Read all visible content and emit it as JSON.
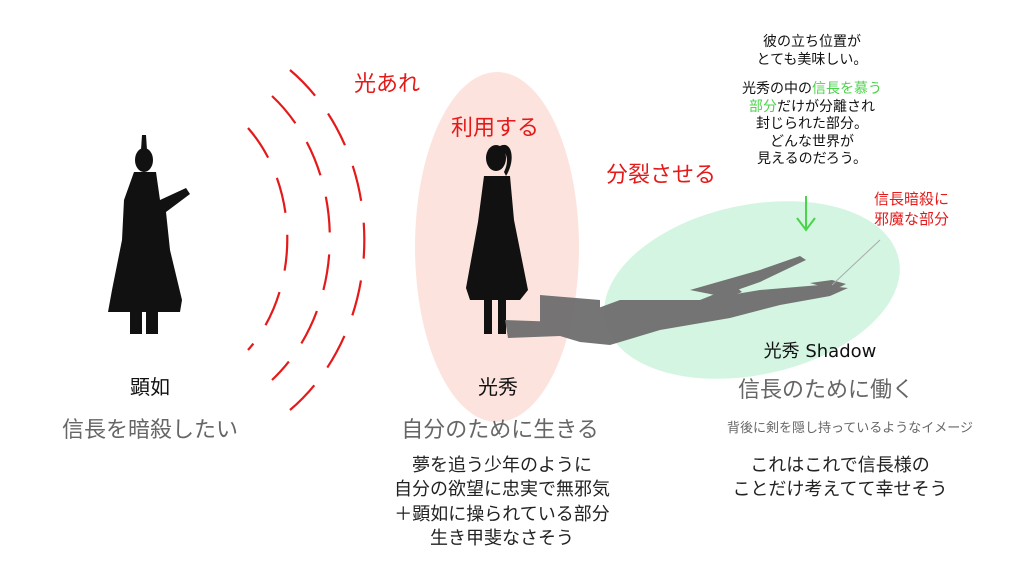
{
  "labels": {
    "hikari_are": "光あれ",
    "riyou_suru": "利用する",
    "bunretsu_saseru": "分裂させる",
    "ansatsu_jama_line1": "信長暗殺に",
    "ansatsu_jama_line2": "邪魔な部分"
  },
  "note": {
    "line1": "彼の立ち位置が",
    "line2": "とても美味しい。",
    "line3_a": "光秀の中の",
    "line3_b": "信長を慕う",
    "line4_a": "部分",
    "line4_b": "だけが分離され",
    "line5": "封じられた部分。",
    "line6": "どんな世界が",
    "line7": "見えるのだろう。"
  },
  "kennyo": {
    "name": "顕如",
    "desc": "信長を暗殺したい"
  },
  "mitsuhide": {
    "name": "光秀",
    "desc": "自分のために生きる",
    "detail": [
      "夢を追う少年のように",
      "自分の欲望に忠実で無邪気",
      "＋顕如に操られている部分",
      "生き甲斐なさそう"
    ]
  },
  "shadow": {
    "name": "光秀 Shadow",
    "desc": "信長のために働く",
    "sub": "背後に剣を隠し持っているようなイメージ",
    "detail": [
      "これはこれで信長様の",
      "ことだけ考えてて幸せそう"
    ]
  },
  "colors": {
    "red": "#e41a1a",
    "pink_ellipse": "#fde3dd",
    "green_ellipse": "#d3f5e2",
    "green_text": "#4cd34c",
    "shadow": "#6e6e6e"
  }
}
